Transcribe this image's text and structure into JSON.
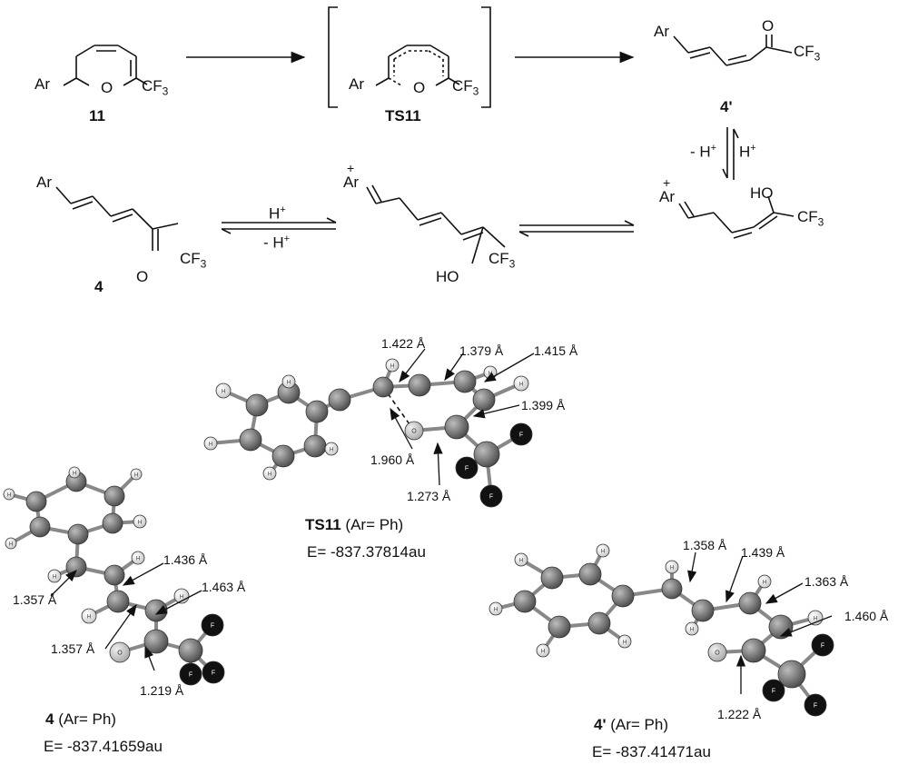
{
  "atoms": {
    "ar": "Ar",
    "ar_plus": "+",
    "o": "O",
    "cf3": "CF",
    "three": "3",
    "ho": "HO",
    "oh": "HO",
    "h": "H",
    "f": "F"
  },
  "compounds": {
    "c11": "11",
    "ts11": "TS11",
    "c4prime": "4'",
    "c4": "4"
  },
  "arrows": {
    "minus_h": "- H",
    "h_plus": "H",
    "plus": "+"
  },
  "structures": {
    "ts11": {
      "caption_bold": "TS11",
      "caption_rest": " (Ar= Ph)",
      "energy": "E= -837.37814au",
      "bonds": [
        "1.422 Å",
        "1.379 Å",
        "1.415 Å",
        "1.399 Å",
        "1.960 Å",
        "1.273 Å"
      ]
    },
    "c4": {
      "caption_bold": "4",
      "caption_rest": " (Ar= Ph)",
      "energy": "E= -837.41659au",
      "bonds": [
        "1.436 Å",
        "1.463 Å",
        "1.357 Å",
        "1.357 Å",
        "1.219 Å"
      ]
    },
    "c4prime": {
      "caption_bold": "4'",
      "caption_rest": " (Ar= Ph)",
      "energy": "E= -837.41471au",
      "bonds": [
        "1.358 Å",
        "1.439 Å",
        "1.363 Å",
        "1.460 Å",
        "1.222 Å"
      ]
    }
  }
}
